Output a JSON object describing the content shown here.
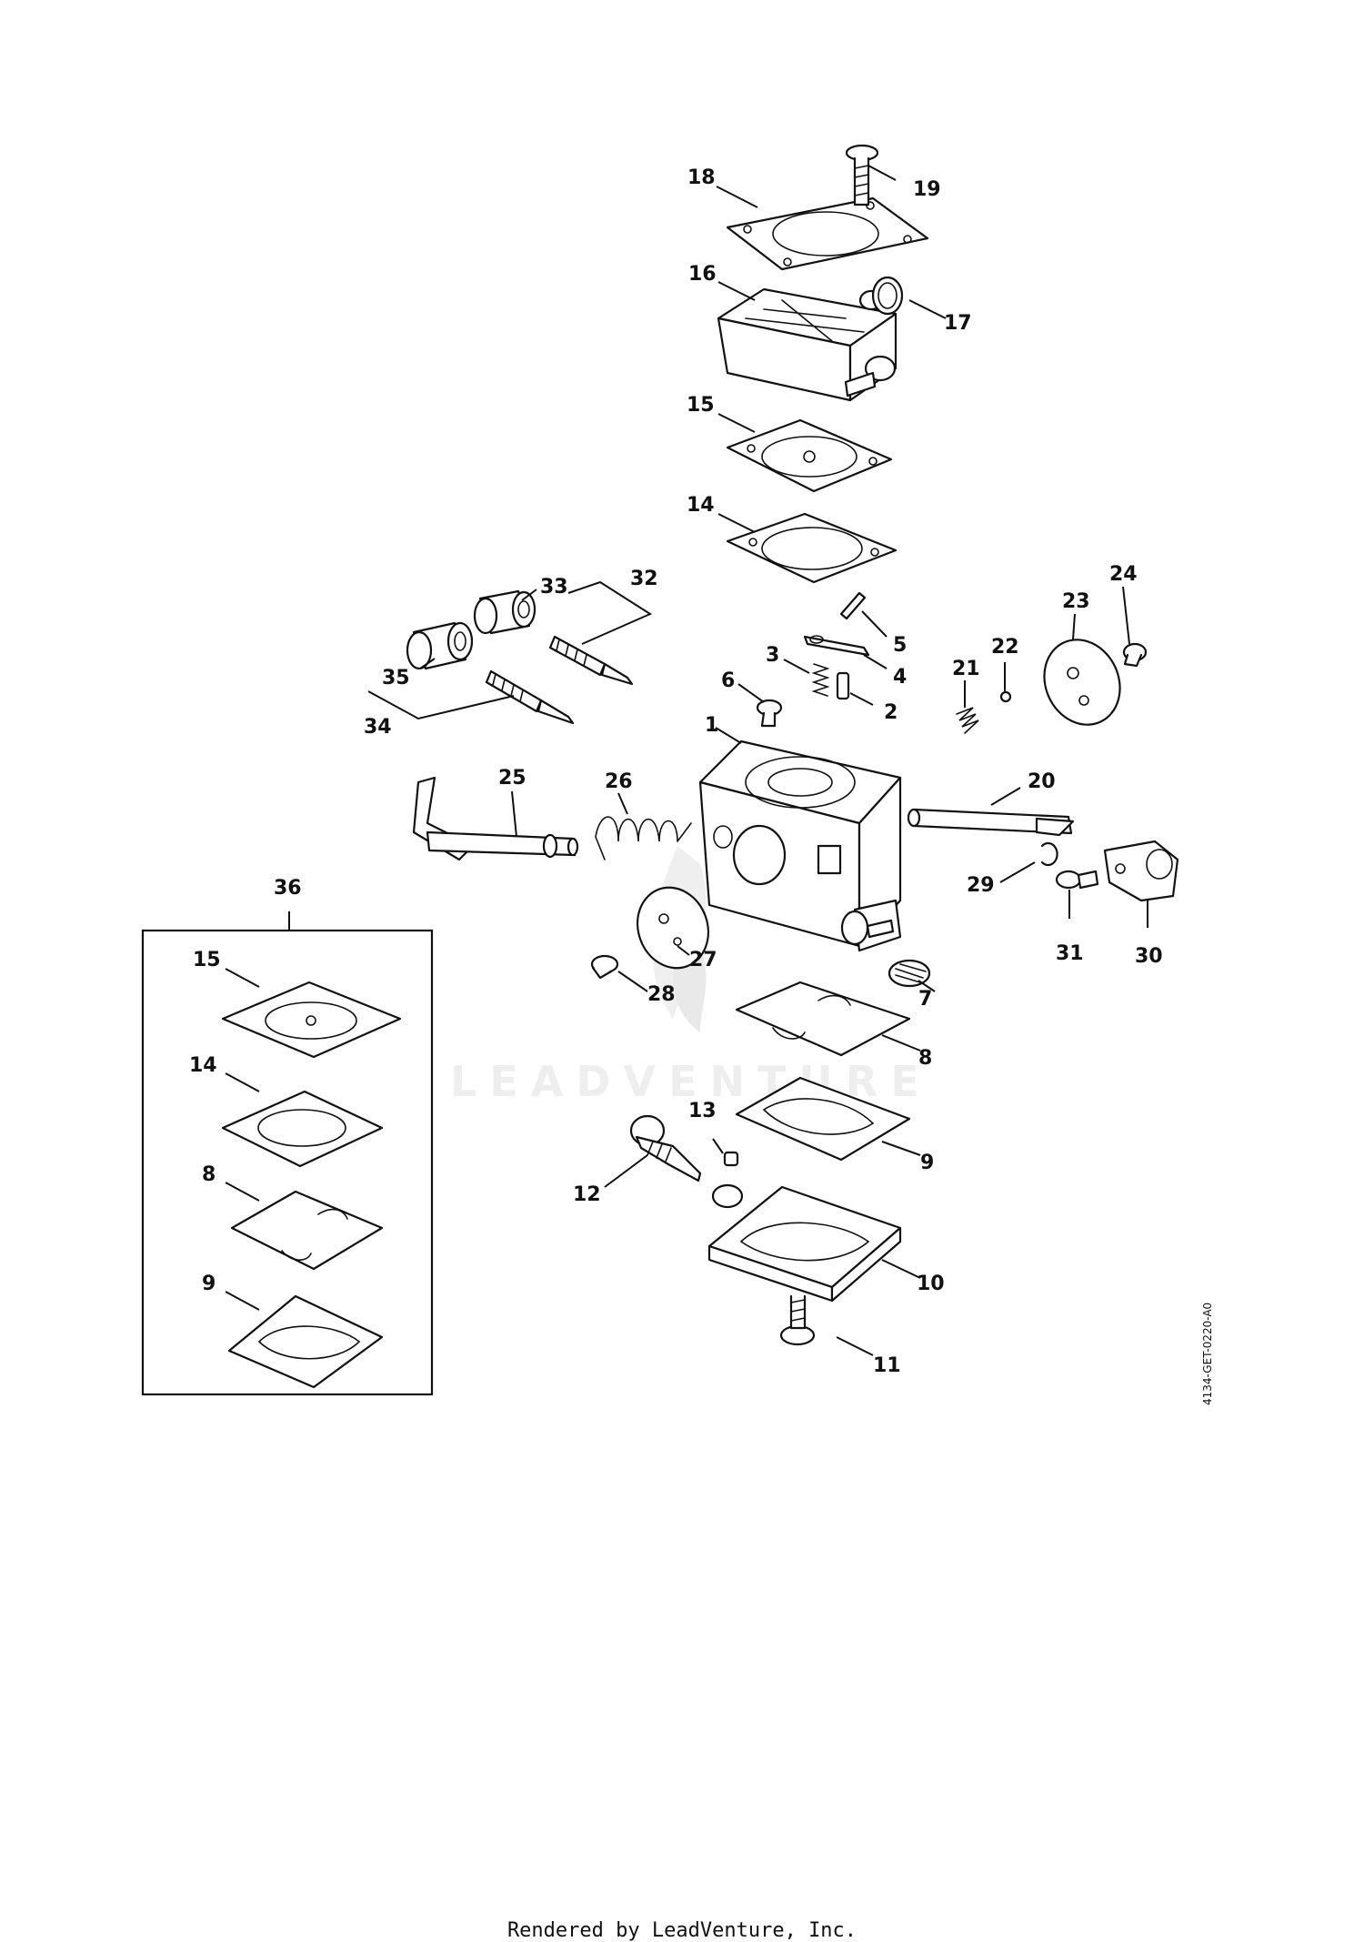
{
  "diagram": {
    "watermark": "LEADVENTURE",
    "reference_code": "4134-GET-0220-A0",
    "callouts": {
      "c1": "1",
      "c2": "2",
      "c3": "3",
      "c4": "4",
      "c5": "5",
      "c6": "6",
      "c7": "7",
      "c8": "8",
      "c9": "9",
      "c10": "10",
      "c11": "11",
      "c12": "12",
      "c13": "13",
      "c14": "14",
      "c15": "15",
      "c16": "16",
      "c17": "17",
      "c18": "18",
      "c19": "19",
      "c20": "20",
      "c21": "21",
      "c22": "22",
      "c23": "23",
      "c24": "24",
      "c25": "25",
      "c26": "26",
      "c27": "27",
      "c28": "28",
      "c29": "29",
      "c30": "30",
      "c31": "31",
      "c32": "32",
      "c33": "33",
      "c34": "34",
      "c35": "35",
      "c36": "36",
      "k15": "15",
      "k14": "14",
      "k8": "8",
      "k9": "9"
    }
  },
  "footer": {
    "text": "Rendered by LeadVenture, Inc."
  }
}
